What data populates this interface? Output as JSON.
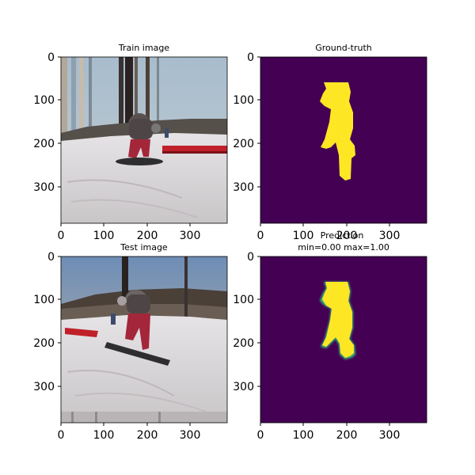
{
  "figure": {
    "panels": [
      {
        "id": "train",
        "title": "Train image",
        "kind": "photo",
        "x_ticks": [
          "0",
          "100",
          "200",
          "300"
        ],
        "y_ticks": [
          "0",
          "100",
          "200",
          "300"
        ]
      },
      {
        "id": "gt",
        "title": "Ground-truth",
        "kind": "mask",
        "x_ticks": [
          "0",
          "100",
          "200",
          "300"
        ],
        "y_ticks": [
          "0",
          "100",
          "200",
          "300"
        ]
      },
      {
        "id": "test",
        "title": "Test image",
        "kind": "photo",
        "x_ticks": [
          "0",
          "100",
          "200",
          "300"
        ],
        "y_ticks": [
          "0",
          "100",
          "200",
          "300"
        ]
      },
      {
        "id": "pred",
        "title": "Prediction",
        "subtitle": "min=0.00 max=1.00",
        "kind": "mask",
        "x_ticks": [
          "0",
          "100",
          "200",
          "300"
        ],
        "y_ticks": [
          "0",
          "100",
          "200",
          "300"
        ]
      }
    ],
    "colors": {
      "mask_background": "#440154",
      "mask_foreground": "#fde725",
      "mask_edge": "#35b779",
      "snow": "#dcdcdc",
      "sky": "#9fb5c8",
      "jacket": "#5a5050",
      "pants": "#a3263a",
      "rail": "#c0202a"
    }
  }
}
